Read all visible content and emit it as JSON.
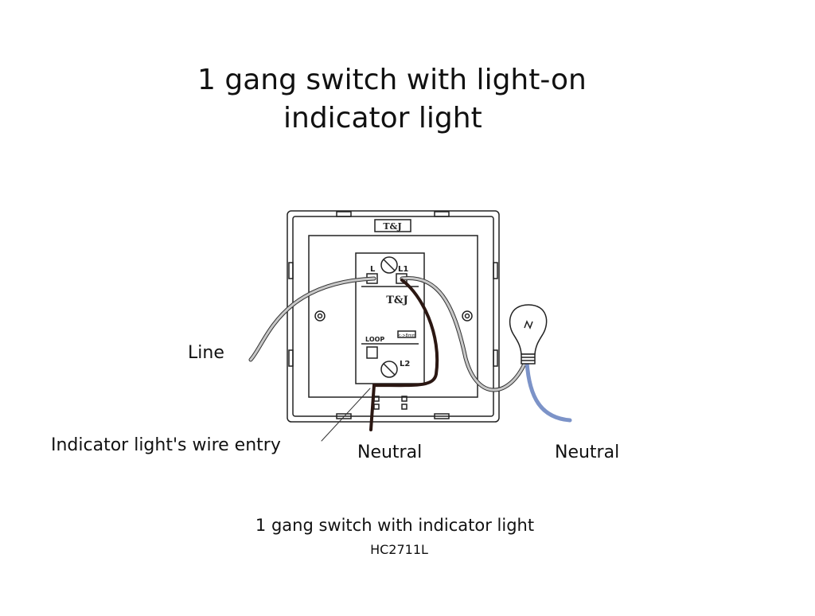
{
  "title": {
    "line1": "1 gang switch with light-on",
    "line2": "indicator light"
  },
  "switch": {
    "plate_brand": "T&J",
    "module_brand": "T&J",
    "terminals": {
      "L": "L",
      "L1": "L1",
      "L2": "L2",
      "loop": "LOOP"
    },
    "indicator_tag": "<·>8mm"
  },
  "labels": {
    "line": "Line",
    "indicator_entry": "Indicator light's wire entry",
    "neutral_left": "Neutral",
    "neutral_right": "Neutral"
  },
  "caption": {
    "name": "1 gang switch with indicator light",
    "model": "HC2711L"
  },
  "colors": {
    "line_wire": "#c8c8c8",
    "neutral_wire": "#2b1712",
    "lamp_neutral_wire": "#7c93c8",
    "outline": "#222222"
  }
}
